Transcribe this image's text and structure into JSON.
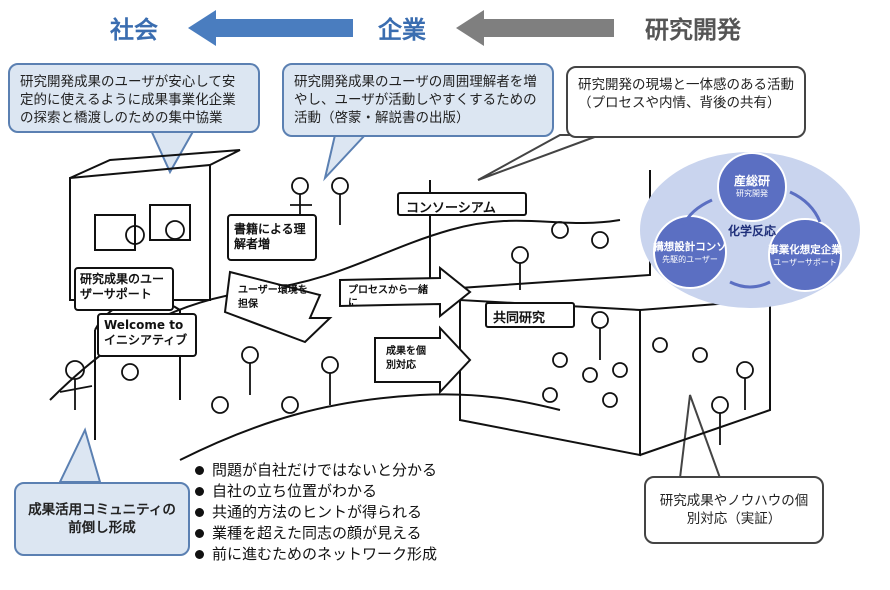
{
  "flow": {
    "society": "社会",
    "company": "企業",
    "rnd": "研究開発"
  },
  "callouts": {
    "left_top": "研究開発成果のユーザが安心して安定的に使えるように成果事業化企業の探索と橋渡しのための集中協業",
    "center_top": "研究開発成果のユーザの周囲理解者を増やし、ユーザが活動しやすくするための活動（啓蒙・解説書の出版）",
    "right_top": "研究開発の現場と一体感のある活動（プロセスや内情、背後の共有）",
    "left_bottom": "成果活用コミュニティの前倒し形成",
    "right_bottom": "研究成果やノウハウの個別対応（実証）"
  },
  "cycle": {
    "top": "産総研",
    "top_sub": "研究開発",
    "center": "化学反応",
    "left": "構想設計コンソ",
    "left_sub": "先駆的ユーザー",
    "right": "事業化想定企業",
    "right_sub": "ユーザーサポート"
  },
  "sketch": {
    "book_sign": "書籍による理解者増",
    "consortium_sign": "コンソーシアム",
    "user_support_sign": "研究成果のユーザーサポート",
    "env_sign": "ユーザー環境を担保",
    "process_sign": "プロセスから一緒に",
    "joint_sign": "共同研究",
    "welcome_sign": "Welcome to イニシアティブ",
    "individual_sign": "成果を個別対応"
  },
  "bullets": [
    "問題が自社だけではないと分かる",
    "自社の立ち位置がわかる",
    "共通的方法のヒントが得られる",
    "業種を超えた同志の顔が見える",
    "前に進むためのネットワーク形成"
  ],
  "colors": {
    "blue_arrow": "#4a7dbf",
    "gray_arrow": "#7f7f7f",
    "callout_blue_fill": "#dce6f2",
    "cycle_circle": "#c9d4ee",
    "node_fill": "#5b6fc2"
  }
}
